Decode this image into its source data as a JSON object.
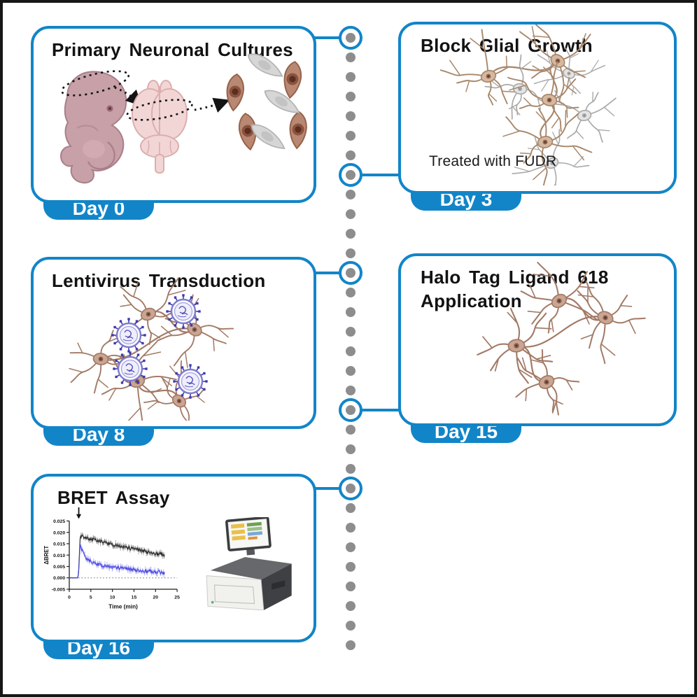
{
  "figure": {
    "type": "experimental-timeline-diagram",
    "accent_blue": "#1285c8",
    "timeline_dot_gray": "#8d8d8d",
    "frame_border": "#161616"
  },
  "panels": [
    {
      "id": "primary-neuronal-cultures",
      "title": "Primary Neuronal Cultures",
      "day_label": "Day 0"
    },
    {
      "id": "block-glial-growth",
      "title": "Block Glial Growth",
      "day_label": "Day 3",
      "note": "Treated with FUDR"
    },
    {
      "id": "lentivirus-transduction",
      "title": "Lentivirus Transduction",
      "day_label": "Day 8"
    },
    {
      "id": "halo-tag-ligand-618",
      "title": "Halo Tag Ligand 618\nApplication",
      "day_label": "Day 15"
    },
    {
      "id": "bret-assay",
      "title": "BRET Assay",
      "day_label": "Day 16"
    }
  ],
  "chart_data": {
    "type": "line",
    "title": "",
    "xlabel": "Time (min)",
    "ylabel": "ΔBRET",
    "xlim": [
      0,
      25
    ],
    "ylim": [
      -0.005,
      0.025
    ],
    "xticks": [
      0,
      5,
      10,
      15,
      20,
      25
    ],
    "yticks": [
      -0.005,
      0,
      0.005,
      0.01,
      0.015,
      0.02,
      0.025
    ],
    "baseline": 0,
    "grid": false,
    "legend": "none",
    "annotation": {
      "type": "arrow-down",
      "x": 2.2,
      "meaning": "injection"
    },
    "series": [
      {
        "name": "black trace",
        "color": "#2a2a2a",
        "points": [
          [
            0,
            0
          ],
          [
            2,
            0
          ],
          [
            2.2,
            0.004
          ],
          [
            2.5,
            0.0178
          ],
          [
            3,
            0.018
          ],
          [
            4,
            0.0174
          ],
          [
            6,
            0.0166
          ],
          [
            8,
            0.0156
          ],
          [
            10,
            0.0147
          ],
          [
            12,
            0.0138
          ],
          [
            14,
            0.013
          ],
          [
            16,
            0.0122
          ],
          [
            18,
            0.0115
          ],
          [
            20,
            0.0108
          ],
          [
            22.2,
            0.0101
          ]
        ]
      },
      {
        "name": "blue trace",
        "color": "#4b49e0",
        "points": [
          [
            0,
            0
          ],
          [
            2,
            0
          ],
          [
            2.2,
            0.003
          ],
          [
            2.5,
            0.0148
          ],
          [
            3,
            0.0118
          ],
          [
            3.5,
            0.0098
          ],
          [
            4,
            0.0085
          ],
          [
            5,
            0.007
          ],
          [
            6,
            0.0062
          ],
          [
            8,
            0.0054
          ],
          [
            10,
            0.0047
          ],
          [
            12,
            0.0042
          ],
          [
            14,
            0.0037
          ],
          [
            16,
            0.0033
          ],
          [
            18,
            0.003
          ],
          [
            20,
            0.0026
          ],
          [
            22.2,
            0.0022
          ]
        ]
      }
    ]
  }
}
